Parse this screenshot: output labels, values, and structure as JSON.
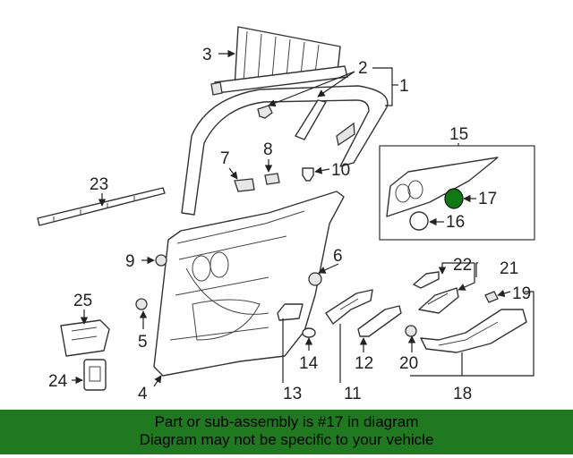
{
  "diagram": {
    "callouts": [
      "1",
      "2",
      "3",
      "4",
      "5",
      "6",
      "7",
      "8",
      "9",
      "10",
      "11",
      "12",
      "13",
      "14",
      "15",
      "16",
      "17",
      "18",
      "19",
      "20",
      "21",
      "22",
      "23",
      "24",
      "25"
    ],
    "highlight_color": "#0f7a12",
    "highlighted_part": "17"
  },
  "banner": {
    "line1": "Part or sub-assembly is #17 in diagram",
    "line2": "Diagram may not be specific to your vehicle",
    "background": "#1f7a1f"
  }
}
